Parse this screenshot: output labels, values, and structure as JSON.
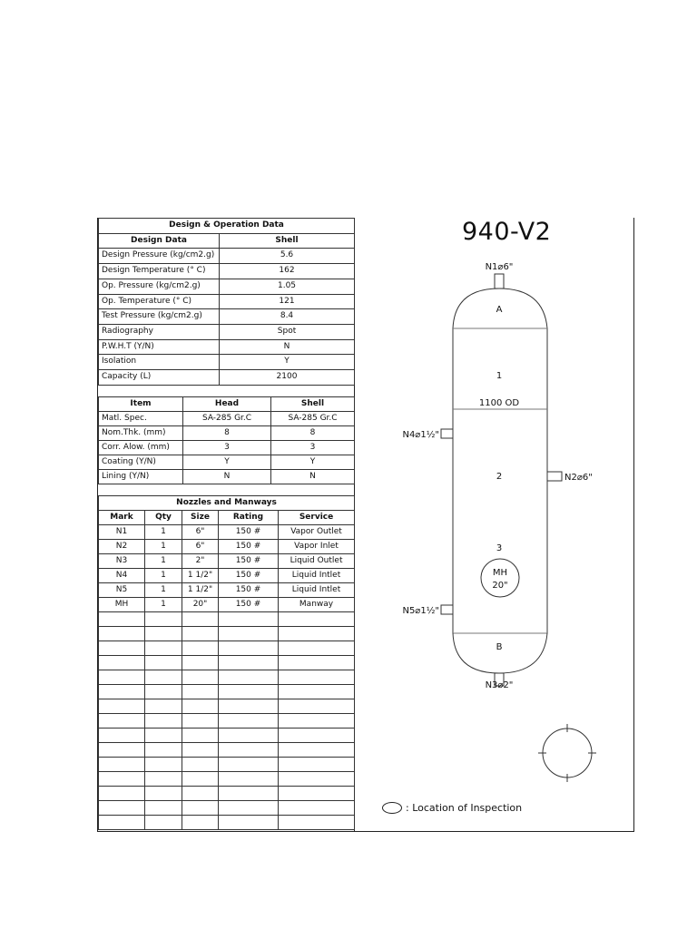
{
  "drawing": {
    "title": "940-V2",
    "labels": {
      "n1": "N1⌀6\"",
      "n2": "N2⌀6\"",
      "n3": "N3⌀2\"",
      "n4": "N4⌀1½\"",
      "n5": "N5⌀1½\"",
      "head_a": "A",
      "head_b": "B",
      "shell_1": "1",
      "shell_2": "2",
      "shell_3": "3",
      "od": "1100 OD",
      "mh": "MH",
      "mh_size": "20\""
    },
    "legend": ": Location of Inspection"
  },
  "design_table": {
    "caption": "Design & Operation Data",
    "headers": [
      "Design Data",
      "Shell"
    ],
    "rows": [
      [
        "Design Pressure (kg/cm2.g)",
        "5.6"
      ],
      [
        "Design Temperature (° C)",
        "162"
      ],
      [
        "Op. Pressure (kg/cm2.g)",
        "1.05"
      ],
      [
        "Op. Temperature (° C)",
        "121"
      ],
      [
        "Test Pressure (kg/cm2.g)",
        "8.4"
      ],
      [
        "Radiography",
        "Spot"
      ],
      [
        "P.W.H.T (Y/N)",
        "N"
      ],
      [
        "Isolation",
        "Y"
      ],
      [
        "Capacity (L)",
        "2100"
      ]
    ]
  },
  "material_table": {
    "headers": [
      "Item",
      "Head",
      "Shell"
    ],
    "rows": [
      [
        "Matl. Spec.",
        "SA-285 Gr.C",
        "SA-285 Gr.C"
      ],
      [
        "Nom.Thk. (mm)",
        "8",
        "8"
      ],
      [
        "Corr. Alow. (mm)",
        "3",
        "3"
      ],
      [
        "Coating (Y/N)",
        "Y",
        "Y"
      ],
      [
        "Lining (Y/N)",
        "N",
        "N"
      ]
    ]
  },
  "nozzle_table": {
    "caption": "Nozzles and Manways",
    "headers": [
      "Mark",
      "Qty",
      "Size",
      "Rating",
      "Service"
    ],
    "rows": [
      [
        "N1",
        "1",
        "6\"",
        "150 #",
        "Vapor Outlet"
      ],
      [
        "N2",
        "1",
        "6\"",
        "150 #",
        "Vapor Inlet"
      ],
      [
        "N3",
        "1",
        "2\"",
        "150 #",
        "Liquid Outlet"
      ],
      [
        "N4",
        "1",
        "1 1/2\"",
        "150 #",
        "Liquid Intlet"
      ],
      [
        "N5",
        "1",
        "1 1/2\"",
        "150 #",
        "Liquid Intlet"
      ],
      [
        "MH",
        "1",
        "20\"",
        "150 #",
        "Manway"
      ]
    ],
    "blank_rows": 15
  }
}
